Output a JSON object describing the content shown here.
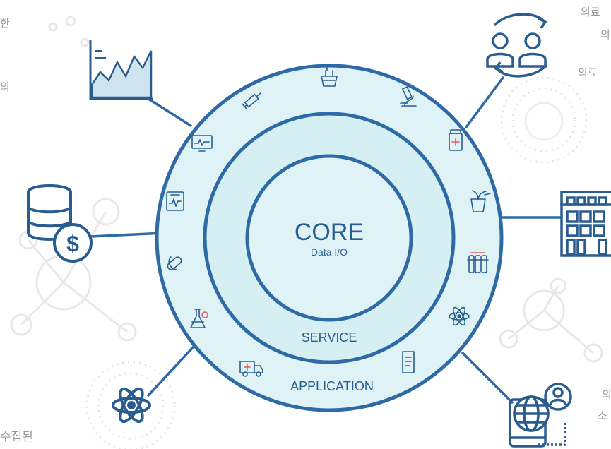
{
  "core": {
    "title": "CORE",
    "subtitle": "Data I/O"
  },
  "rings": {
    "service_label": "SERVICE",
    "application_label": "APPLICATION"
  },
  "edge_text": {
    "top_left_1": "한",
    "top_left_2": "의",
    "top_right_1": "의료",
    "top_right_2": "의",
    "top_right_3": "의료",
    "bottom_left": "수집된",
    "bottom_right_1": "의",
    "bottom_right_2": "소"
  },
  "colors": {
    "ring_stroke": "#2e6aa6",
    "ring_fill": "#dff3f6",
    "icon_stroke": "#2a5d8f",
    "accent_red": "#e05a5a",
    "bg_network": "#e6e6e6"
  },
  "external_icons": [
    "stock-chart-icon",
    "database-money-icon",
    "atom-icon",
    "doctors-exchange-icon",
    "hospital-building-icon",
    "global-mobile-user-icon"
  ],
  "ring_icons": [
    "monitor-icon",
    "syringe-icon",
    "shopping-basket-icon",
    "microscope-icon",
    "medicine-bottle-icon",
    "heartbeat-chart-icon",
    "herbal-pot-icon",
    "pill-icon",
    "test-tubes-icon",
    "lab-experiment-icon",
    "atom-small-icon",
    "ambulance-icon",
    "document-icon"
  ]
}
